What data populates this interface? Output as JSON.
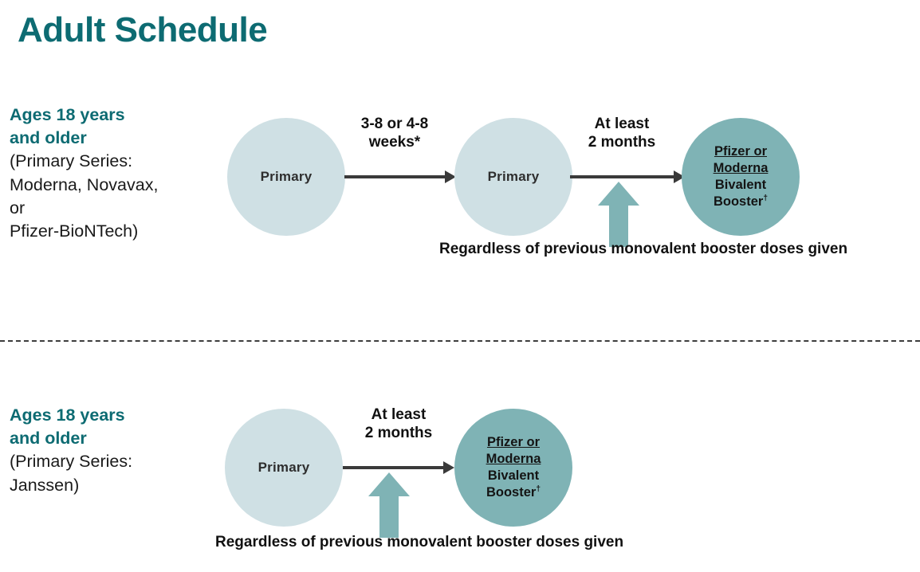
{
  "page": {
    "title": "Adult Schedule",
    "title_color": "#0d6b72",
    "background": "#ffffff"
  },
  "colors": {
    "accent_teal": "#0d6b72",
    "circle_light": "#cfe0e4",
    "circle_teal": "#7fb3b5",
    "arrow_dark": "#3a3a3a",
    "arrow_up_teal": "#7fb3b5",
    "divider": "#3d3d3d",
    "text_dark": "#111111"
  },
  "sections": [
    {
      "id": "adult-primary",
      "label": {
        "heading_line1": "Ages 18 years",
        "heading_line2": "and older",
        "sub_line1": "(Primary Series:",
        "sub_line2": "Moderna, Novavax,",
        "sub_line3": "or",
        "sub_line4": "Pfizer-BioNTech)"
      },
      "nodes": [
        {
          "id": "dose1",
          "type": "light",
          "label": "Primary"
        },
        {
          "id": "dose2",
          "type": "light",
          "label": "Primary"
        },
        {
          "id": "booster",
          "type": "teal",
          "link_line1": "Pfizer or",
          "link_line2": "Moderna",
          "plain_line1": "Bivalent",
          "plain_line2": "Booster",
          "footnote": "†"
        }
      ],
      "intervals": [
        {
          "id": "interval-1",
          "text": "3-8 or 4-8\nweeks*"
        },
        {
          "id": "interval-2",
          "text": "At least\n2 months"
        }
      ],
      "caption": "Regardless of previous monovalent booster doses given"
    },
    {
      "id": "adult-janssen",
      "label": {
        "heading_line1": "Ages 18 years",
        "heading_line2": "and older",
        "sub_line1": "(Primary Series:",
        "sub_line2": "Janssen)"
      },
      "nodes": [
        {
          "id": "dose1",
          "type": "light",
          "label": "Primary"
        },
        {
          "id": "booster",
          "type": "teal",
          "link_line1": "Pfizer or",
          "link_line2": "Moderna",
          "plain_line1": "Bivalent",
          "plain_line2": "Booster",
          "footnote": "†"
        }
      ],
      "intervals": [
        {
          "id": "interval-1",
          "text": "At least\n2 months"
        }
      ],
      "caption": "Regardless of previous monovalent booster doses given"
    }
  ]
}
